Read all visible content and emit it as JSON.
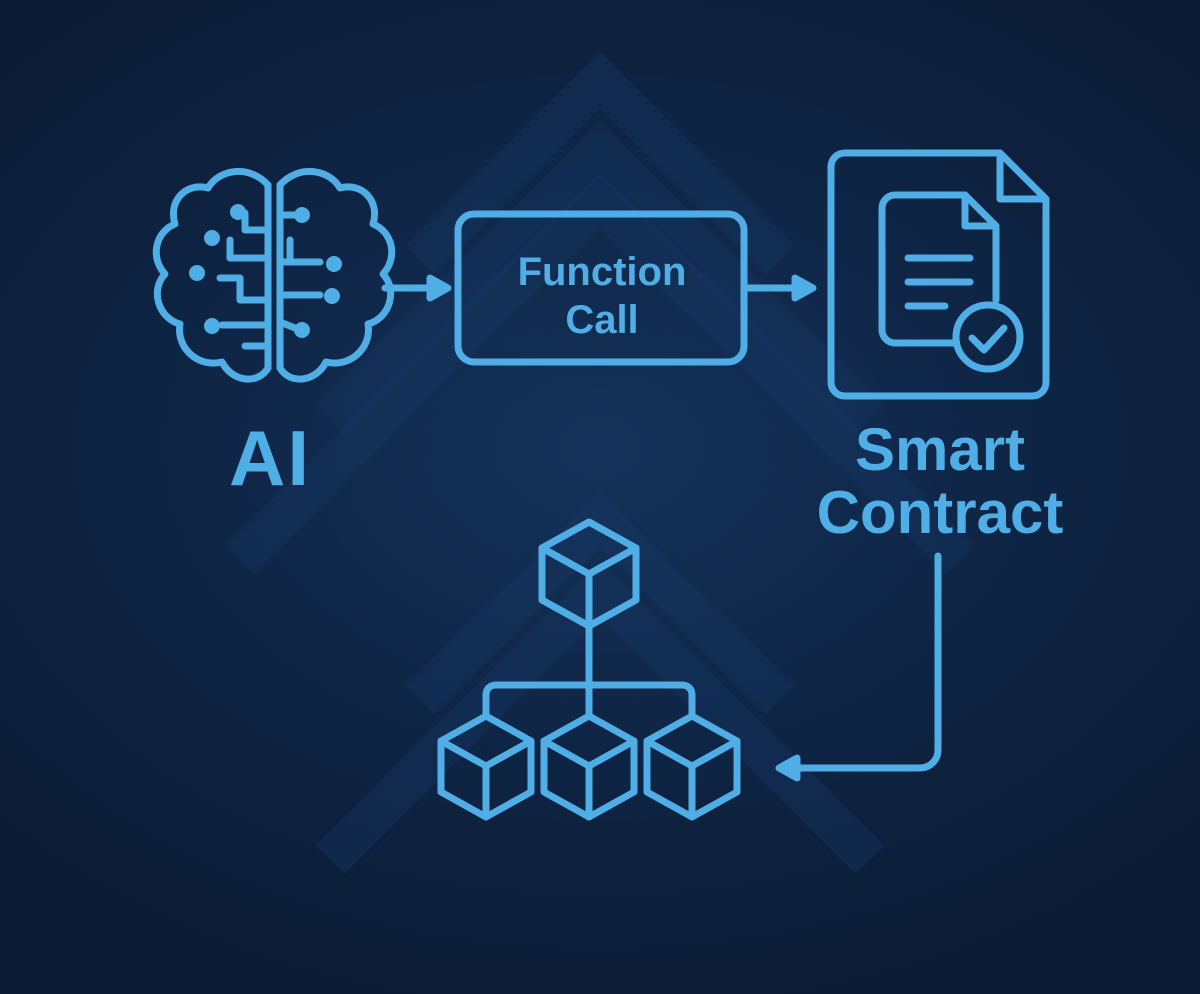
{
  "nodes": {
    "ai": {
      "label": "AI",
      "icon": "brain-circuit-icon"
    },
    "function_call": {
      "line1": "Function",
      "line2": "Call"
    },
    "smart_contract": {
      "line1": "Smart",
      "line2": "Contract",
      "icon": "document-check-icon"
    },
    "blockchain": {
      "icon": "blockchain-cubes-icon"
    }
  },
  "colors": {
    "stroke": "#4faee6",
    "background": "#0c1c38"
  }
}
